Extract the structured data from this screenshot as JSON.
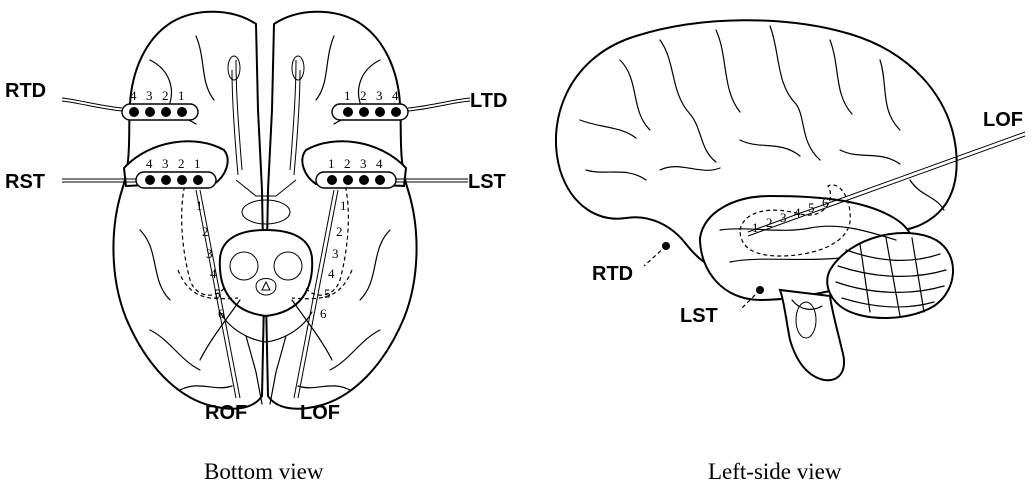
{
  "bottom_view": {
    "caption": "Bottom view",
    "labels": {
      "rtd": "RTD",
      "ltd": "LTD",
      "rst": "RST",
      "lst": "LST",
      "rof": "ROF",
      "lof": "LOF"
    },
    "rtd_numbers": [
      "4",
      "3",
      "2",
      "1"
    ],
    "ltd_numbers": [
      "1",
      "2",
      "3",
      "4"
    ],
    "rst_numbers": [
      "4",
      "3",
      "2",
      "1"
    ],
    "lst_numbers": [
      "1",
      "2",
      "3",
      "4"
    ],
    "rof_depth_numbers": [
      "1",
      "2",
      "3",
      "4",
      "5",
      "6"
    ],
    "lof_depth_numbers": [
      "1",
      "2",
      "3",
      "4",
      "5",
      "6"
    ]
  },
  "side_view": {
    "caption": "Left-side view",
    "labels": {
      "lof": "LOF",
      "rtd": "RTD",
      "lst": "LST"
    },
    "lof_depth_numbers": [
      "1",
      "2",
      "3",
      "4",
      "5",
      "6"
    ]
  }
}
